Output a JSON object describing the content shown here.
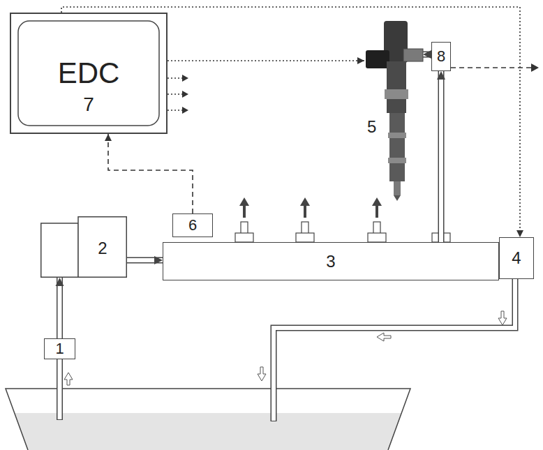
{
  "diagram": {
    "nodes": [
      {
        "text": [
          "EDC",
          "7"
        ]
      },
      {
        "text": [
          "5"
        ]
      },
      {
        "text": [
          "8"
        ]
      },
      {
        "text": [
          "6"
        ]
      },
      {
        "text": [
          "2"
        ]
      },
      {
        "text": [
          "3"
        ]
      },
      {
        "text": [
          "4"
        ]
      },
      {
        "text": [
          "1"
        ]
      }
    ],
    "edges": [
      {
        "from": 0,
        "to": 1,
        "arrow": "to"
      },
      {
        "from": 0,
        "to": 6,
        "arrow": "to"
      },
      {
        "from": 3,
        "to": 0,
        "arrow": "to"
      },
      {
        "from": 7,
        "to": 4,
        "arrow": "to"
      },
      {
        "from": 4,
        "to": 5,
        "arrow": "to"
      },
      {
        "from": 5,
        "to": 6,
        "arrow": "none"
      },
      {
        "from": 5,
        "to": 2,
        "arrow": "to"
      },
      {
        "from": 2,
        "to": 1,
        "arrow": "to"
      }
    ]
  }
}
